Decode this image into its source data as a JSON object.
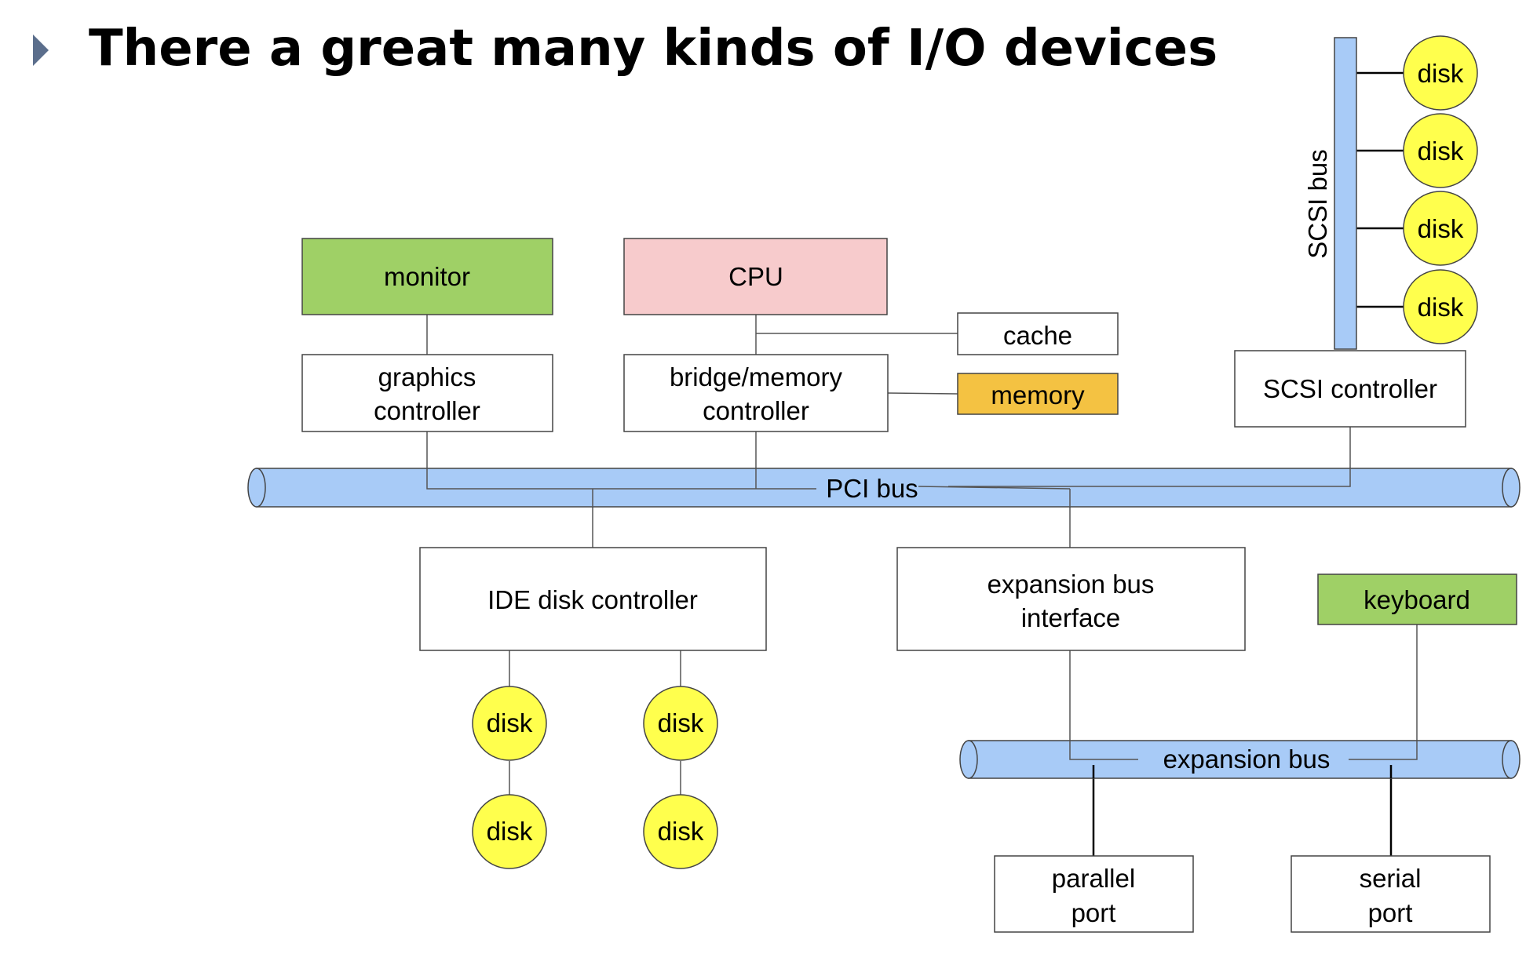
{
  "title": "There a great many kinds of I/O devices",
  "icons": {
    "bullet": "triangle-right-icon"
  },
  "colors": {
    "monitor": "#9fd066",
    "cpu": "#f7cbcc",
    "memory": "#f4c242",
    "keyboard": "#9fd066",
    "disk": "#ffff4d",
    "bus": "#a8cbf7",
    "plain": "#ffffff",
    "bullet": "#5b6e8c"
  },
  "boxes": {
    "monitor": {
      "lines": [
        "monitor"
      ]
    },
    "cpu": {
      "lines": [
        "CPU"
      ]
    },
    "cache": {
      "lines": [
        "cache"
      ]
    },
    "graphics": {
      "lines": [
        "graphics",
        "controller"
      ]
    },
    "bridge": {
      "lines": [
        "bridge/memory",
        "controller"
      ]
    },
    "memory": {
      "lines": [
        "memory"
      ]
    },
    "scsi_controller": {
      "lines": [
        "SCSI controller"
      ]
    },
    "ide": {
      "lines": [
        "IDE disk controller"
      ]
    },
    "expansion_interface": {
      "lines": [
        "expansion bus",
        "interface"
      ]
    },
    "keyboard": {
      "lines": [
        "keyboard"
      ]
    },
    "parallel": {
      "lines": [
        "parallel",
        "port"
      ]
    },
    "serial": {
      "lines": [
        "serial",
        "port"
      ]
    }
  },
  "buses": {
    "pci": "PCI bus",
    "expansion": "expansion bus",
    "scsi": "SCSI bus"
  },
  "disk_label": "disk",
  "connections": [
    [
      "monitor",
      "graphics"
    ],
    [
      "cpu",
      "bridge"
    ],
    [
      "cpu",
      "cache"
    ],
    [
      "bridge",
      "memory"
    ],
    [
      "graphics",
      "pci-bus"
    ],
    [
      "bridge",
      "pci-bus"
    ],
    [
      "scsi-controller",
      "pci-bus"
    ],
    [
      "pci-bus",
      "ide"
    ],
    [
      "pci-bus",
      "expansion-interface"
    ],
    [
      "expansion-interface",
      "expansion-bus"
    ],
    [
      "keyboard",
      "expansion-bus"
    ],
    [
      "expansion-bus",
      "parallel"
    ],
    [
      "expansion-bus",
      "serial"
    ],
    [
      "scsi-bus",
      "scsi-controller"
    ]
  ]
}
